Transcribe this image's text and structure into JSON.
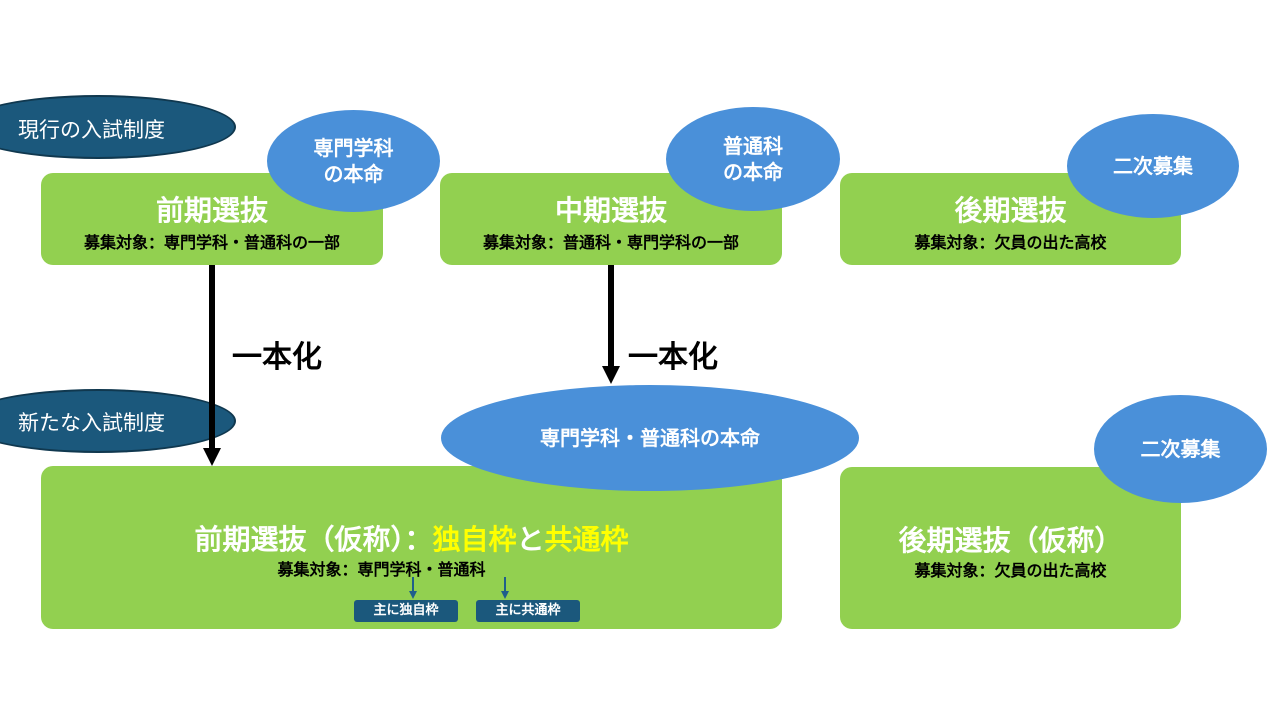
{
  "current_system": {
    "tag": "現行の入試制度",
    "early": {
      "title": "前期選抜",
      "target": "募集対象：専門学科・普通科の一部",
      "badge": "専門学科\nの本命"
    },
    "middle": {
      "title": "中期選抜",
      "target": "募集対象：普通科・専門学科の一部",
      "badge": "普通科\nの本命"
    },
    "late": {
      "title": "後期選抜",
      "target": "募集対象：欠員の出た高校",
      "badge": "二次募集"
    }
  },
  "arrows": {
    "left_label": "一本化",
    "right_label": "一本化"
  },
  "new_system": {
    "tag": "新たな入試制度",
    "early": {
      "title_prefix": "前期選抜（仮称）：",
      "title_hl1": "独自枠",
      "title_mid": "と",
      "title_hl2": "共通枠",
      "target": "募集対象：専門学科・普通科",
      "badge": "専門学科・普通科の本命",
      "pill_specialized": "主に独自枠",
      "pill_general": "主に共通枠"
    },
    "late": {
      "title": "後期選抜（仮称）",
      "target": "募集対象：欠員の出た高校",
      "badge": "二次募集"
    }
  },
  "colors": {
    "box_green": "#92d050",
    "oval_blue": "#4a90d9",
    "tag_teal": "#1b587c",
    "highlight_yellow": "#ffff00"
  }
}
